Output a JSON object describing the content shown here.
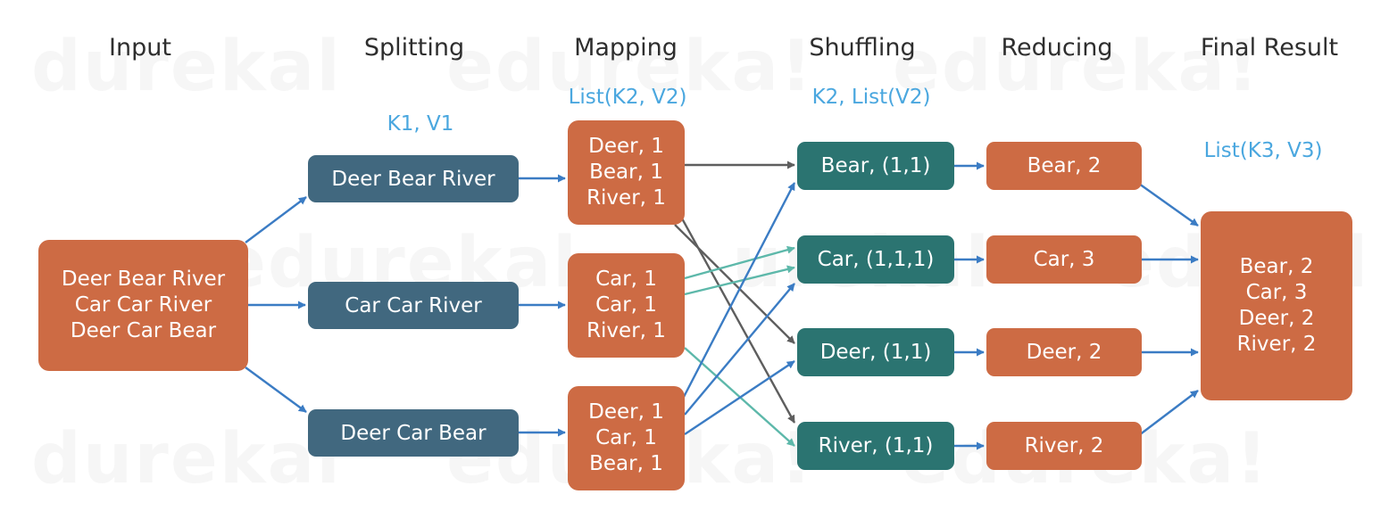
{
  "colors": {
    "input_box": "#cd6b44",
    "splitting_box": "#41687f",
    "mapping_box": "#cd6b44",
    "shuffling_box": "#2b7471",
    "reducing_box": "#cd6b44",
    "final_box": "#cd6b44",
    "arrow_blue": "#3b7cc4",
    "arrow_gray": "#5e5e5e",
    "arrow_teal": "#5db8aa",
    "label_blue": "#4aa7df"
  },
  "watermark": "edureka!",
  "headings": {
    "input": "Input",
    "splitting": "Splitting",
    "mapping": "Mapping",
    "shuffling": "Shuffling",
    "reducing": "Reducing",
    "final_result": "Final Result"
  },
  "type_labels": {
    "splitting": "K1, V1",
    "mapping": "List(K2, V2)",
    "shuffling": "K2, List(V2)",
    "final": "List(K3, V3)"
  },
  "input": {
    "lines": [
      "Deer Bear River",
      "Car Car River",
      "Deer Car Bear"
    ]
  },
  "splits": [
    "Deer Bear River",
    "Car Car River",
    "Deer Car Bear"
  ],
  "maps": [
    {
      "lines": [
        "Deer, 1",
        "Bear, 1",
        "River, 1"
      ]
    },
    {
      "lines": [
        "Car, 1",
        "Car, 1",
        "River, 1"
      ]
    },
    {
      "lines": [
        "Deer, 1",
        "Car, 1",
        "Bear, 1"
      ]
    }
  ],
  "shuffles": [
    "Bear, (1,1)",
    "Car, (1,1,1)",
    "Deer, (1,1)",
    "River, (1,1)"
  ],
  "reduces": [
    "Bear, 2",
    "Car, 3",
    "Deer, 2",
    "River, 2"
  ],
  "final": {
    "lines": [
      "Bear, 2",
      "Car, 3",
      "Deer, 2",
      "River, 2"
    ]
  }
}
